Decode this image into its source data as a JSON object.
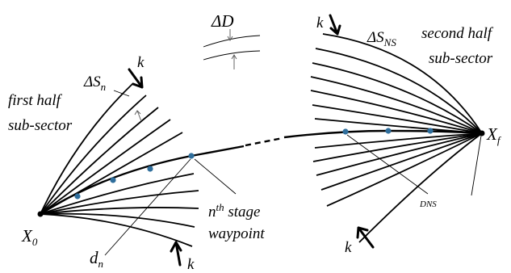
{
  "diagram": {
    "labels": {
      "delta_d": "ΔD",
      "k_left_top": "k",
      "delta_sn": {
        "base": "ΔS",
        "sub": "n"
      },
      "first_half_line1": "first half",
      "first_half_line2": "sub-sector",
      "k_right_top": "k",
      "delta_sns": {
        "base": "ΔS",
        "sub": "NS"
      },
      "second_half_line1": "second half",
      "second_half_line2": "sub-sector",
      "xf": {
        "base": "X",
        "sub": "f"
      },
      "x0": {
        "base": "X",
        "sub": "0"
      },
      "dns": "DNS",
      "nth_stage": {
        "base": "n",
        "sup": "th",
        "rest": " stage"
      },
      "waypoint": "waypoint",
      "dn": {
        "base": "d",
        "sub": "n"
      },
      "k_right_bottom": "k",
      "k_left_bottom": "k"
    },
    "colors": {
      "line": "#000000",
      "waypoint": "#2f6e9c",
      "background": "#ffffff"
    }
  }
}
